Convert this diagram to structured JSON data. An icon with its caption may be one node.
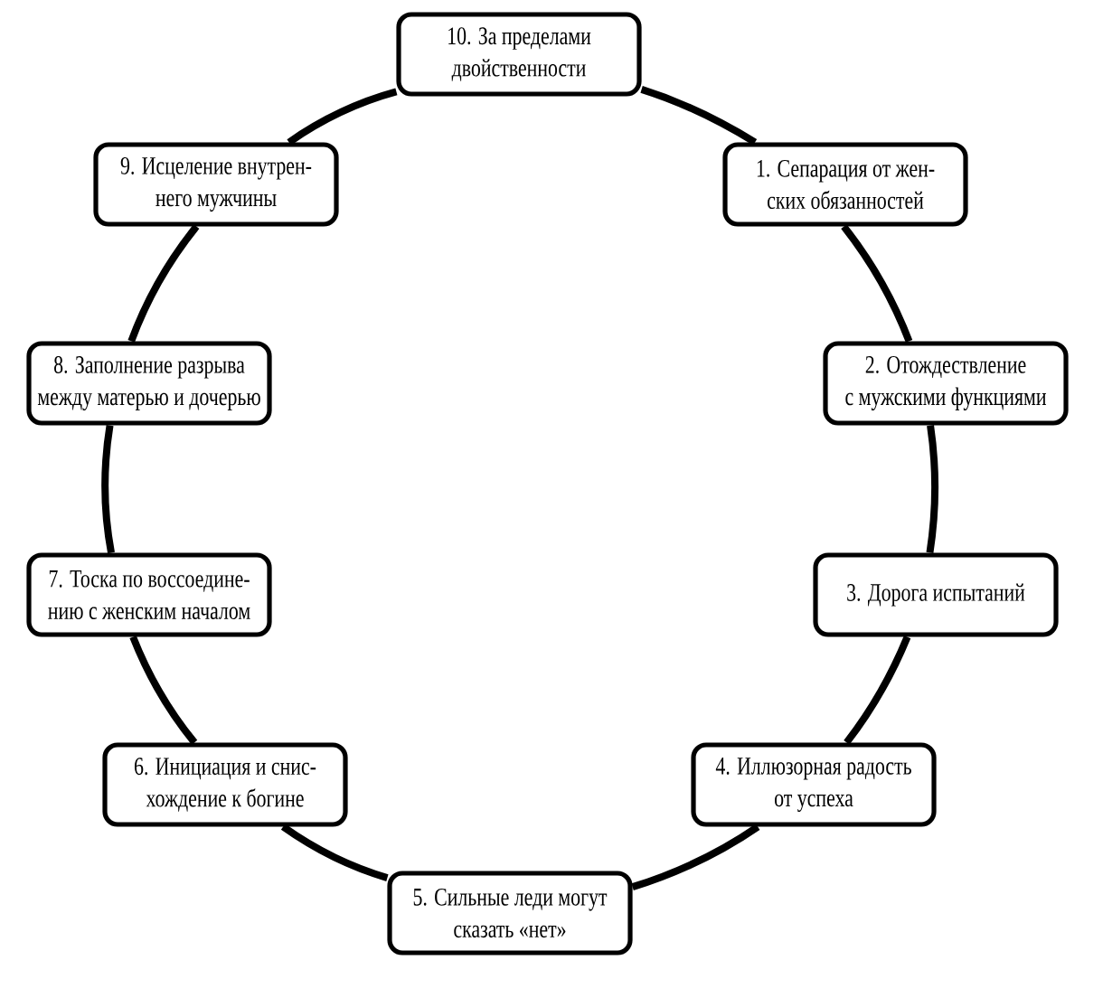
{
  "diagram": {
    "nodes": [
      {
        "text": [
          "1. Сепарация от жен- ских обязанностей"
        ]
      },
      {
        "text": [
          "2. Отождествление с мужскими функциями"
        ]
      },
      {
        "text": [
          "3. Дорога испытаний"
        ]
      },
      {
        "text": [
          "4. Иллюзорная радость от успеха"
        ]
      },
      {
        "text": [
          "5. Сильные леди могут сказать «нет»"
        ]
      },
      {
        "text": [
          "6. Инициация и снис- хождение к богине"
        ]
      },
      {
        "text": [
          "7. Тоска по воссоедине- нию с женским началом"
        ]
      },
      {
        "text": [
          "8. Заполнение разрыва между матерью и дочерью"
        ]
      },
      {
        "text": [
          "9. Исцеление внутрен- него мужчины"
        ]
      },
      {
        "text": [
          "10. За пределами двойственности"
        ]
      }
    ],
    "edges": [
      {
        "from": 0,
        "to": 1,
        "arrow": "none"
      },
      {
        "from": 1,
        "to": 2,
        "arrow": "none"
      },
      {
        "from": 2,
        "to": 3,
        "arrow": "none"
      },
      {
        "from": 3,
        "to": 4,
        "arrow": "none"
      },
      {
        "from": 4,
        "to": 5,
        "arrow": "none"
      },
      {
        "from": 5,
        "to": 6,
        "arrow": "none"
      },
      {
        "from": 6,
        "to": 7,
        "arrow": "none"
      },
      {
        "from": 7,
        "to": 8,
        "arrow": "none"
      },
      {
        "from": 8,
        "to": 9,
        "arrow": "none"
      },
      {
        "from": 9,
        "to": 0,
        "arrow": "none"
      }
    ]
  }
}
